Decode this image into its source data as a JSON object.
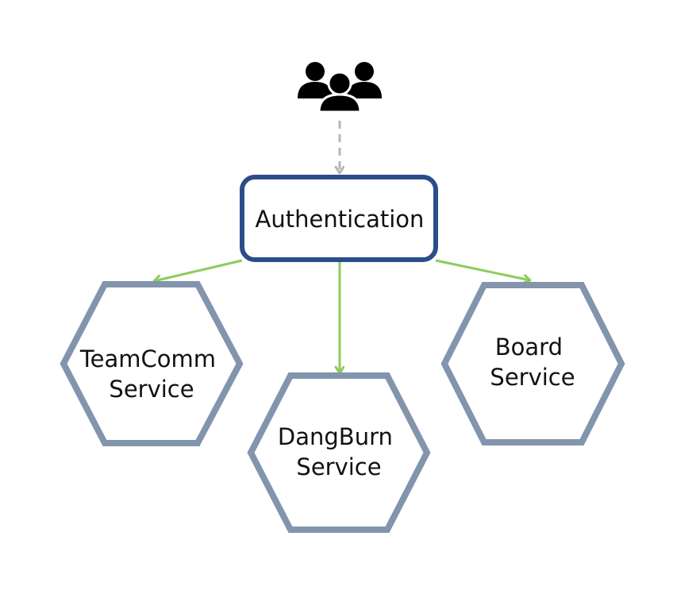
{
  "diagram": {
    "users_icon": "users-group-icon",
    "auth": {
      "label": "Authentication"
    },
    "services": [
      {
        "id": "teamcomm",
        "line1": "TeamComm",
        "line2": "Service"
      },
      {
        "id": "dangburn",
        "line1": "DangBurn",
        "line2": "Service"
      },
      {
        "id": "board",
        "line1": "Board",
        "line2": "Service"
      }
    ]
  },
  "colors": {
    "auth_border": "#2c4d8a",
    "hex_border": "#8394ad",
    "arrow_green": "#8ccc5a",
    "arrow_dashed": "#b5b5b5",
    "icon": "#000000"
  }
}
